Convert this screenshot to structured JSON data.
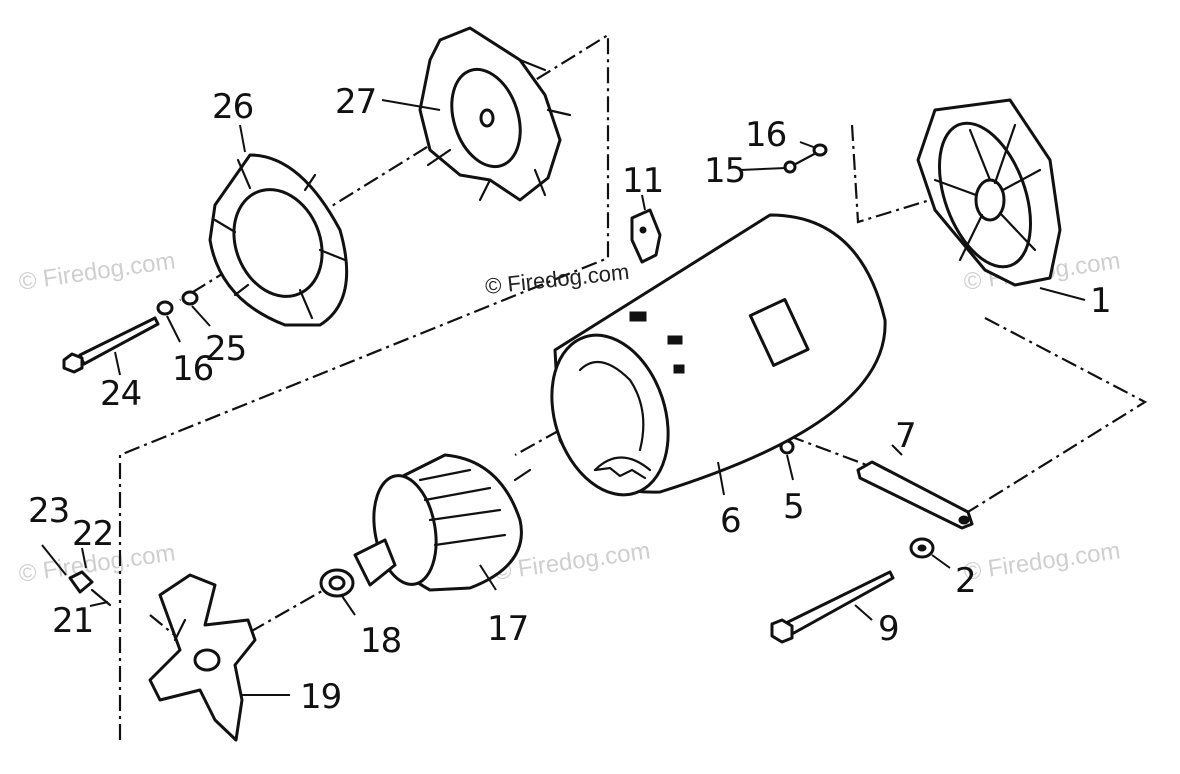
{
  "watermarks": {
    "center": "© Firedog.com",
    "faded": "© Firedog.com"
  },
  "callouts": {
    "p1": "1",
    "p2": "2",
    "p5": "5",
    "p6": "6",
    "p7": "7",
    "p9": "9",
    "p11": "11",
    "p15": "15",
    "p16_right": "16",
    "p16_left": "16",
    "p17": "17",
    "p18": "18",
    "p19": "19",
    "p21": "21",
    "p22": "22",
    "p23": "23",
    "p24": "24",
    "p25": "25",
    "p26": "26",
    "p27": "27"
  }
}
